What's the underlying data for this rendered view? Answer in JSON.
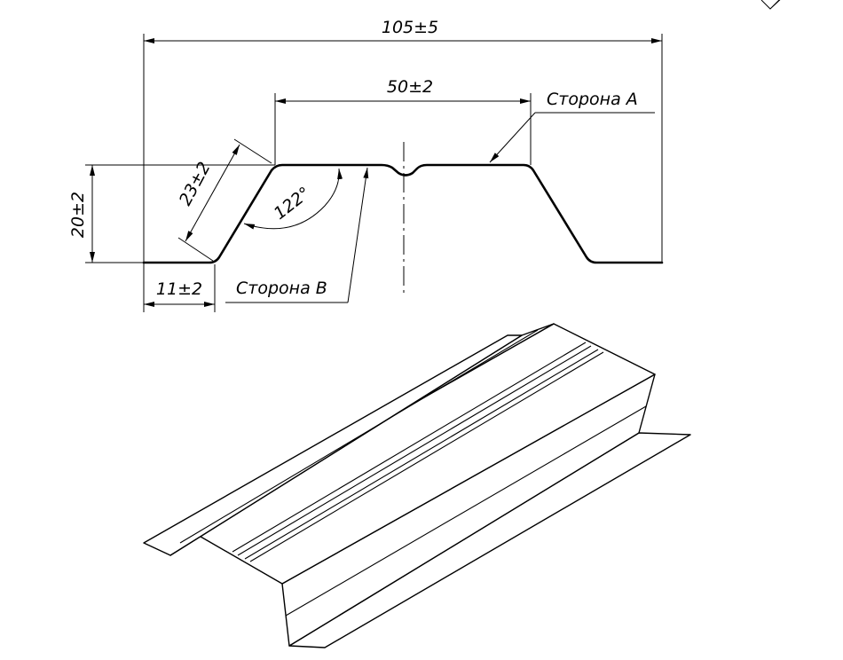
{
  "dimensions": {
    "overall_width": "105±5",
    "top_width": "50±2",
    "height": "20±2",
    "slope_length": "23±2",
    "flange_width": "11±2",
    "angle": "122°"
  },
  "labels": {
    "side_a": "Сторона А",
    "side_b": "Сторона В"
  }
}
